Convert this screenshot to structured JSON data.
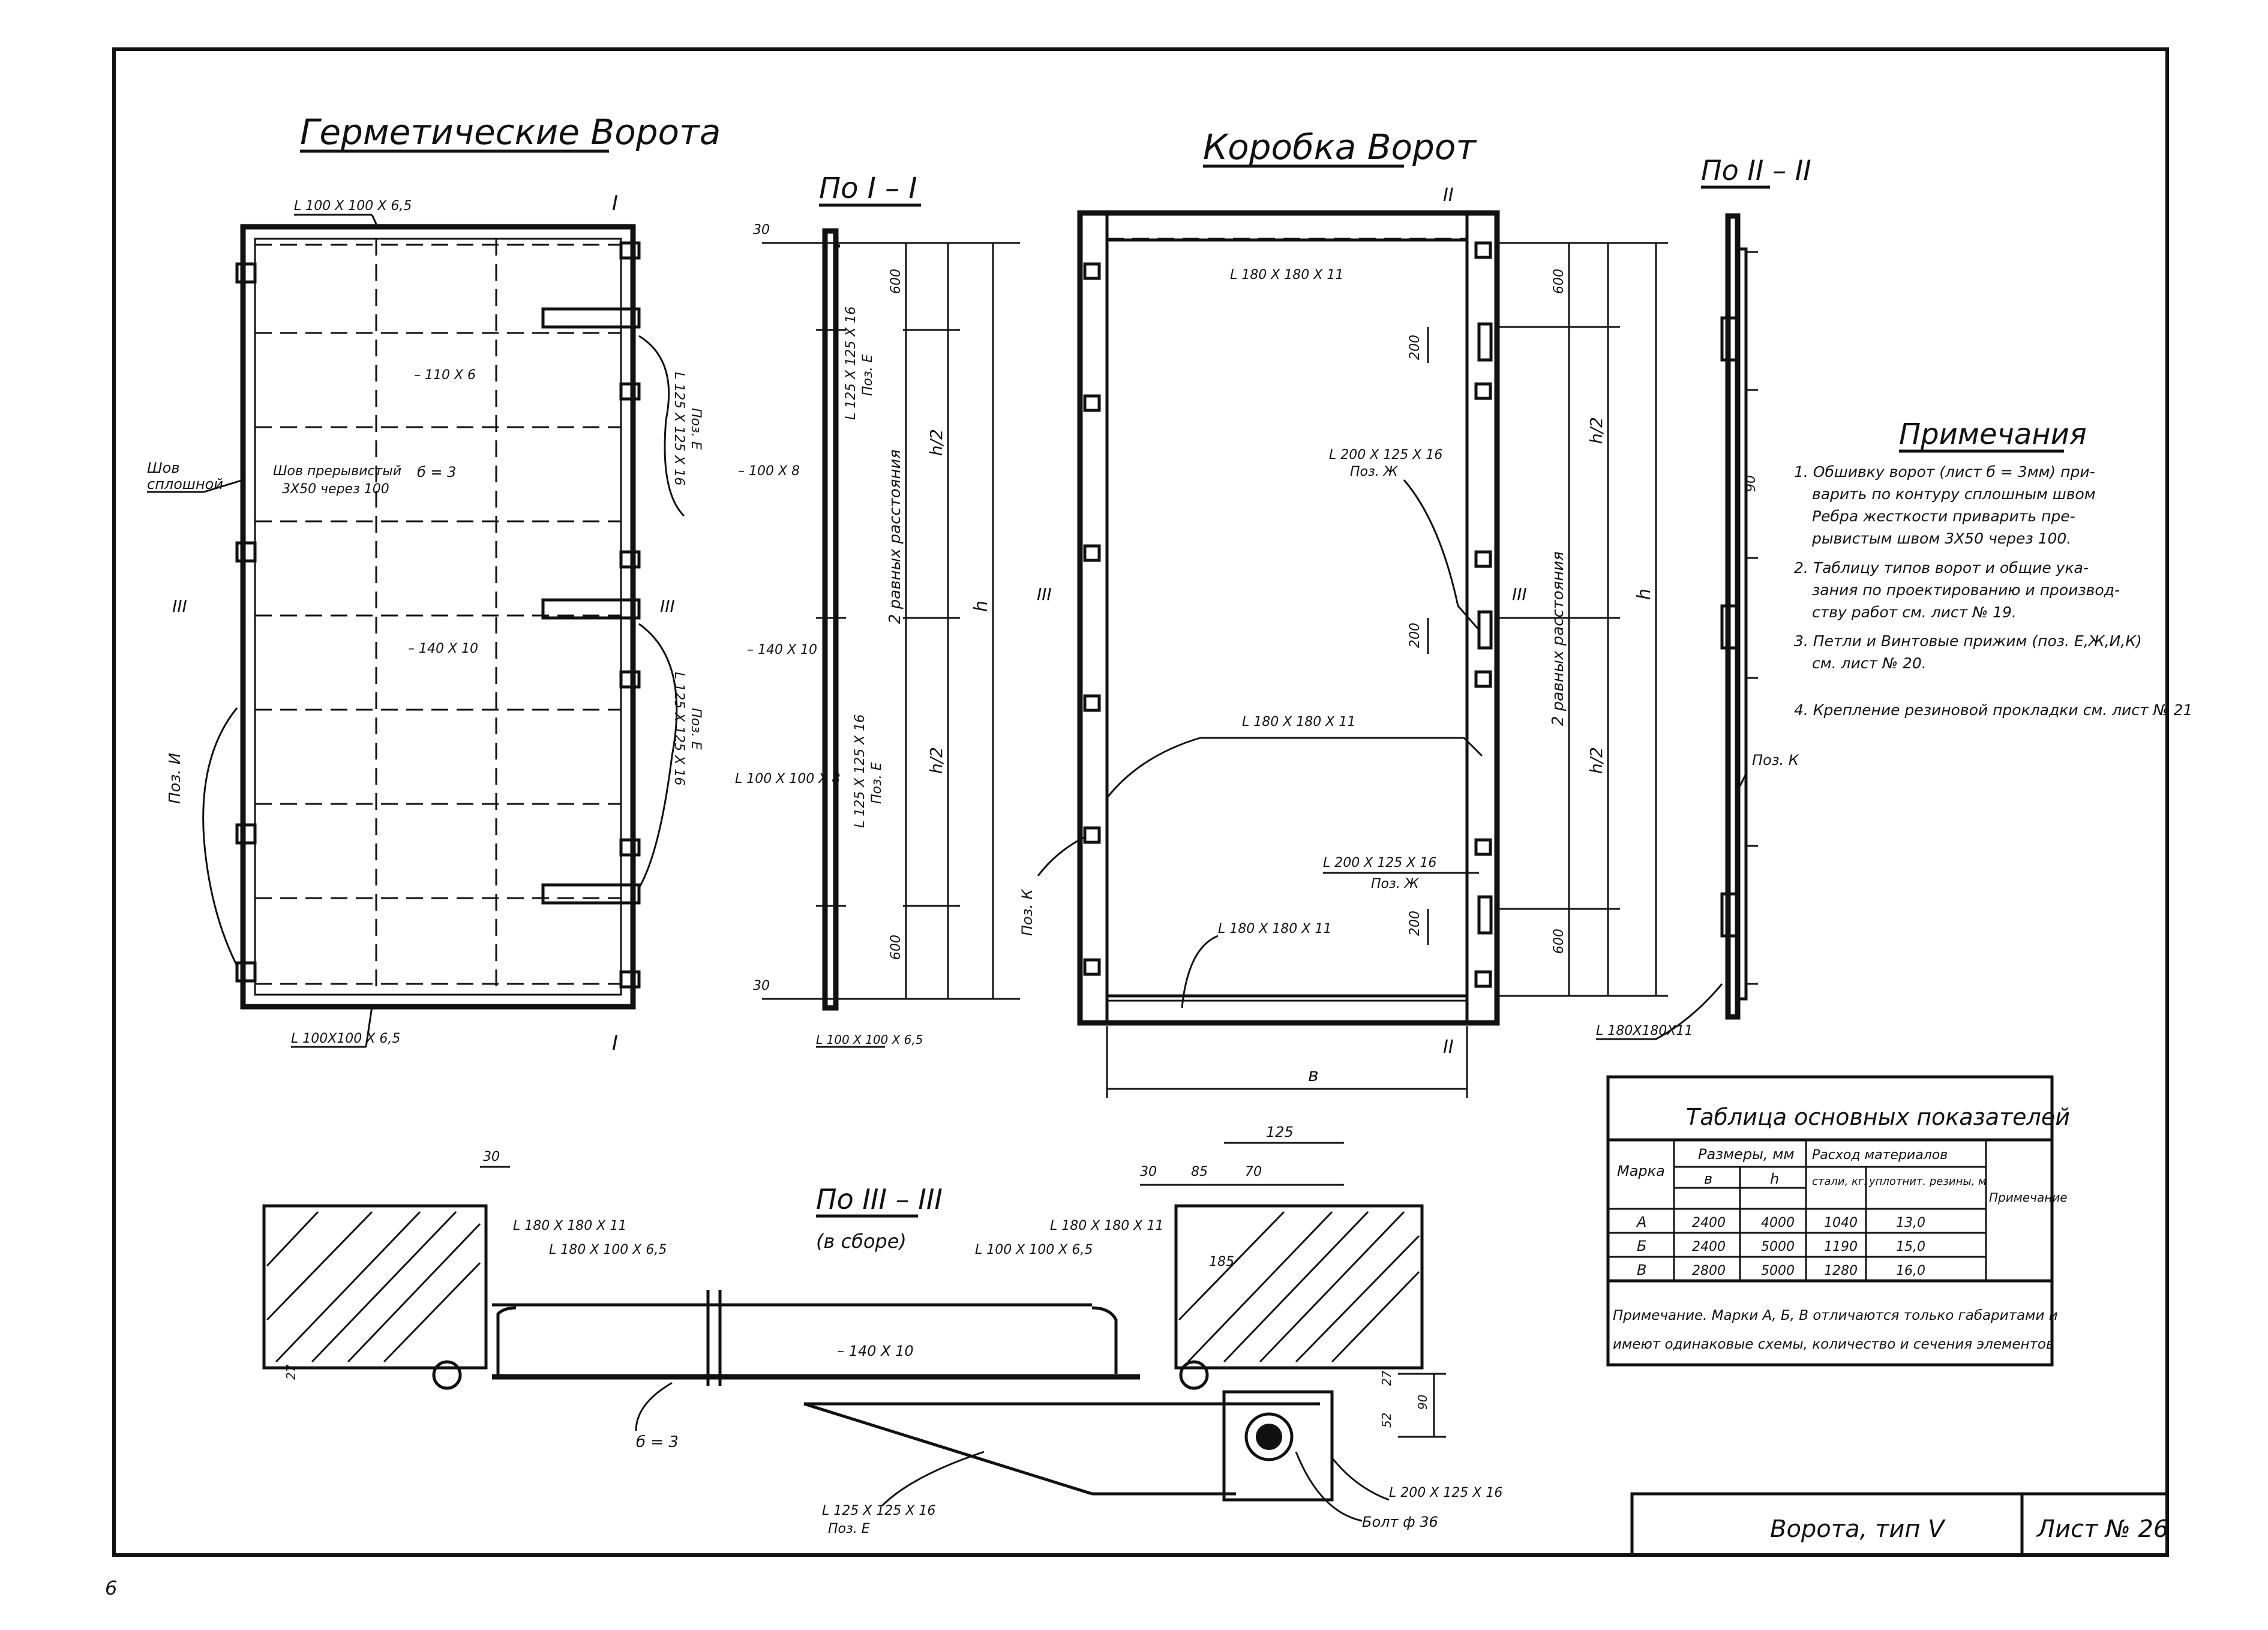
{
  "page_number": "6",
  "views": {
    "hermetic_gate": {
      "title": "Герметические Ворота",
      "label_top_angle": "L 100 X 100 X 6,5",
      "label_bottom_angle": "L 100X100 X 6,5",
      "label_weld_continuous_1": "Шов",
      "label_weld_continuous_2": "сплошной",
      "label_weld_intermittent_1": "Шов прерывистый",
      "label_weld_intermittent_2": "3X50 через 100",
      "label_rib": "– 110 X 6",
      "label_sheet": "б = 3",
      "label_strip": "– 140 X 10",
      "label_angle_e_top_1": "L 125 X 125 X 16",
      "label_angle_e_top_2": "Поз. Е",
      "label_angle_e_mid_1": "L 125 X 125 X 16",
      "label_angle_e_mid_2": "Поз. Е",
      "label_pos_i": "Поз. И",
      "section_mark_I": "I",
      "section_mark_III": "III"
    },
    "section_I_I": {
      "title": "По I – I",
      "dim_30_top": "30",
      "dim_600_top": "600",
      "dim_h2_top": "h/2",
      "dim_h": "h",
      "dim_h2_bottom": "h/2",
      "dim_600_bottom": "600",
      "dim_30_bottom": "30",
      "label_equal": "2 равных расстояния",
      "label_strip_100": "– 100 X 8",
      "label_strip_140": "– 140 X 10",
      "label_angle_100": "L 100 X 100 X 8",
      "label_angle_e1_1": "L 125 X 125 X 16",
      "label_angle_e1_2": "Поз. Е",
      "label_angle_e2_1": "L 125 X 125 X 16",
      "label_angle_e2_2": "Поз. Е",
      "label_bottom_angle": "L 100 X 100 X 6,5"
    },
    "gate_box": {
      "title": "Коробка Ворот",
      "label_top_angle": "L 180 X 180 X 11",
      "label_mid_angle": "L 180 X 180 X 11",
      "label_bottom_angle": "L 180 X 180 X 11",
      "label_angle_zh1_1": "L 200 X 125 X 16",
      "label_angle_zh1_2": "Поз. Ж",
      "label_angle_zh2_1": "L 200 X 125 X 16",
      "label_angle_zh2_2": "Поз. Ж",
      "label_pos_k": "Поз. К",
      "dim_200_top": "200",
      "dim_200_mid": "200",
      "dim_200_bottom": "200",
      "dim_600_top": "600",
      "dim_600_bottom": "600",
      "dim_h2_top": "h/2",
      "dim_h": "h",
      "dim_h2_bottom": "h/2",
      "label_equal": "2 равных расстояния",
      "dim_b": "в",
      "section_mark_II": "II",
      "section_mark_III": "III"
    },
    "section_II_II": {
      "title": "По II – II",
      "dim_90": "90",
      "label_pos_k": "Поз. К",
      "label_bottom_angle": "L 180X180X11"
    },
    "section_III_III": {
      "title": "По III – III",
      "subtitle": "(в сборе)",
      "dim_30": "30",
      "dim_30b": "30",
      "dim_85": "85",
      "dim_70": "70",
      "dim_125": "125",
      "dim_185": "185",
      "dim_27a": "27",
      "dim_27b": "27",
      "dim_52": "52",
      "dim_90": "90",
      "label_angle_180_left": "L 180 X 180 X 11",
      "label_angle_100_left": "L 180 X 100 X 6,5",
      "label_angle_180_right": "L 180 X 180 X 11",
      "label_angle_100_right": "L 100 X 100 X 6,5",
      "label_strip": "– 140 X 10",
      "label_sheet": "б = 3",
      "label_angle_e_1": "L 125 X 125 X 16",
      "label_angle_e_2": "Поз. Е",
      "label_angle_200": "L 200 X 125 X 16",
      "label_bolt": "Болт ф 36"
    }
  },
  "notes": {
    "title": "Примечания",
    "lines": [
      "1. Обшивку ворот (лист б = 3мм) при-",
      "варить по контуру сплошным швом",
      "Ребра жесткости приварить пре-",
      "рывистым швом 3X50 через 100.",
      "2. Таблицу типов ворот и общие ука-",
      "зания по проектированию и производ-",
      "ству работ см. лист № 19.",
      "3. Петли и Винтовые прижим (поз. Е,Ж,И,К)",
      "см. лист № 20.",
      "4. Крепление резиновой прокладки см. лист № 21"
    ]
  },
  "table": {
    "title": "Таблица основных показателей",
    "headers": {
      "mark": "Марка",
      "sizes": "Размеры, мм",
      "b": "в",
      "h": "h",
      "consumption": "Расход материалов",
      "steel": "стали, кг.",
      "seal": "уплотнит. резины, м",
      "note": "Примечание"
    },
    "rows": [
      {
        "mark": "А",
        "b": "2400",
        "h": "4000",
        "steel": "1040",
        "seal": "13,0",
        "note": ""
      },
      {
        "mark": "Б",
        "b": "2400",
        "h": "5000",
        "steel": "1190",
        "seal": "15,0",
        "note": ""
      },
      {
        "mark": "В",
        "b": "2800",
        "h": "5000",
        "steel": "1280",
        "seal": "16,0",
        "note": ""
      }
    ],
    "footnote_1": "Примечание. Марки А, Б, В отличаются только габаритами и",
    "footnote_2": "имеют одинаковые схемы, количество и сечения элементов"
  },
  "title_block": {
    "name": "Ворота, тип V",
    "sheet": "Лист № 26"
  }
}
